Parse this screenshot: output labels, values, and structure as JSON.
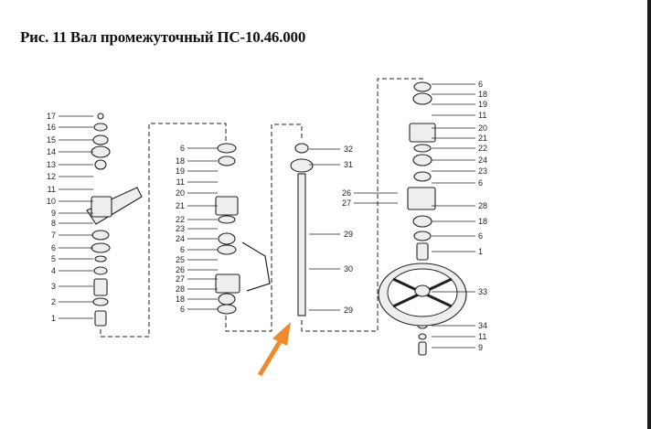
{
  "document": {
    "title": "Рис. 11 Вал промежуточный ПС-10.46.000"
  },
  "diagram": {
    "left_assembly_labels": [
      "17",
      "16",
      "15",
      "14",
      "13",
      "12",
      "11",
      "10",
      "9",
      "8",
      "7",
      "6",
      "5",
      "4",
      "3",
      "2",
      "1"
    ],
    "middle_assembly_labels": [
      "6",
      "18",
      "19",
      "11",
      "20",
      "21",
      "22",
      "23",
      "24",
      "6",
      "25",
      "26",
      "27",
      "28",
      "18",
      "6"
    ],
    "shaft_labels": [
      "32",
      "31",
      "29",
      "30",
      "29"
    ],
    "connector_labels": [
      "26",
      "27"
    ],
    "right_assembly_labels": [
      "6",
      "18",
      "19",
      "11",
      "20",
      "21",
      "22",
      "24",
      "23",
      "6",
      "28",
      "18",
      "6",
      "1",
      "33",
      "34",
      "11",
      "9"
    ],
    "arrow_color": "#f08a2a"
  }
}
